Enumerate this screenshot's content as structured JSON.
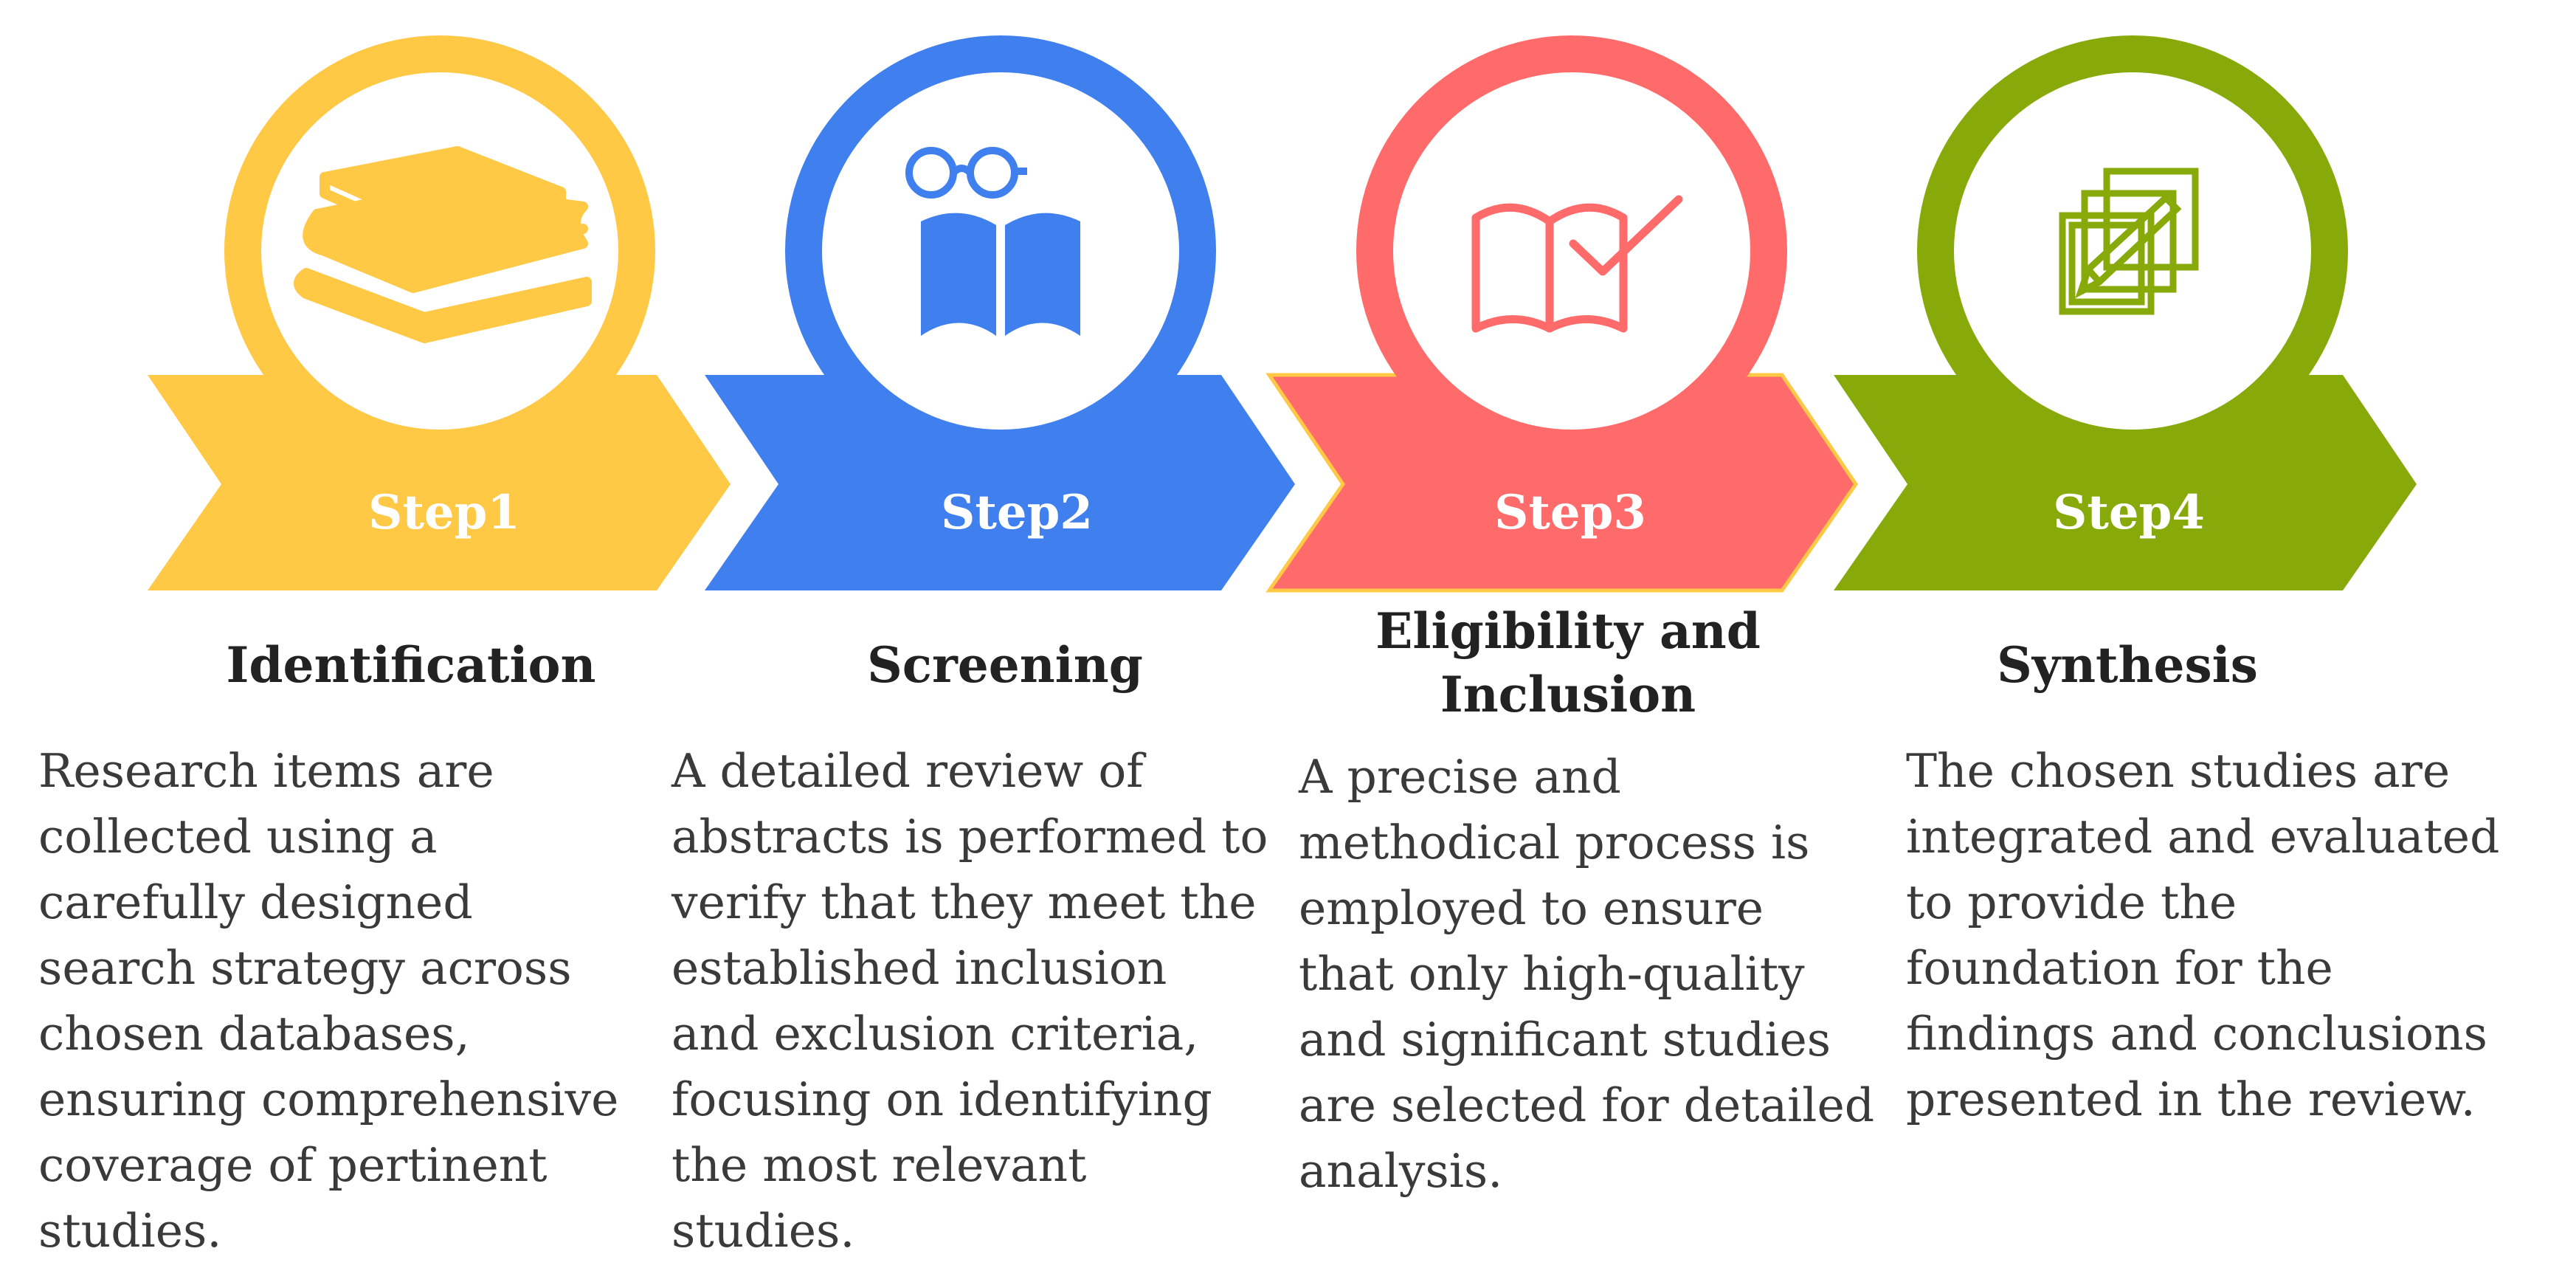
{
  "colors": {
    "step1": "#FFC845",
    "step2": "#3F7FEE",
    "step3": "#FF6B6B",
    "step4": "#88A90A"
  },
  "steps": [
    {
      "label": "Step1",
      "title": "Identification",
      "icon": "books-stack-icon",
      "description": "Research items are\ncollected using a\ncarefully designed\nsearch strategy across\nchosen databases,\nensuring comprehensive\ncoverage of pertinent\nstudies."
    },
    {
      "label": "Step2",
      "title": "Screening",
      "icon": "reading-glasses-book-icon",
      "description": "A detailed review of\nabstracts is performed to\nverify that they meet the\nestablished inclusion\nand exclusion criteria,\nfocusing on identifying\nthe most relevant\nstudies."
    },
    {
      "label": "Step3",
      "title": "Eligibility and\nInclusion",
      "icon": "book-checkmark-icon",
      "description": "A precise and\nmethodical process is\nemployed to ensure\nthat only high-quality\nand significant studies\nare selected for detailed\nanalysis."
    },
    {
      "label": "Step4",
      "title": "Synthesis",
      "icon": "documents-edit-icon",
      "description": "The chosen studies are\nintegrated and evaluated\nto provide the\nfoundation for the\nfindings and conclusions\npresented in the review."
    }
  ]
}
